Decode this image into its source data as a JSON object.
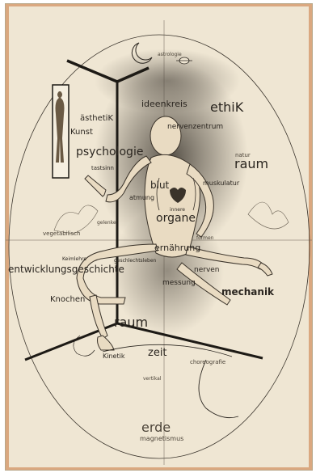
{
  "colors": {
    "paper": "#efe6d3",
    "border_accent": "#c8743c",
    "ink": "#2b2620",
    "stipple": "#5a544b",
    "flesh": "#e8d9bf"
  },
  "labels": {
    "astrologie": "astrologie",
    "ideenkreis": "ideenkreis",
    "ethik": "ethiK",
    "asthetik": "ästhetiK",
    "kunst": "Kunst",
    "nervenzentrum": "nervenzentrum",
    "psychologie": "psychologie",
    "natur": "natur",
    "raum_top": "raum",
    "tastsinn": "tastsinn",
    "blut": "blut",
    "muskulatur": "muskulatur",
    "atmung": "atmung",
    "innere": "innere",
    "organe": "organe",
    "vegetabilisch": "vegetabilisch",
    "gelenke": "gelenke",
    "ernahrung": "ernährung",
    "keimlehre": "Keimlehre",
    "geschlechtsleben": "geschlechtsleben",
    "entwicklungsgeschichte": "entwicklungsgeschichte",
    "nerven": "nerven",
    "messung": "messung",
    "mechanik": "mechanik",
    "knochen": "Knochen",
    "raum_bottom": "raum",
    "kinetik": "Kinetik",
    "zeit": "zeit",
    "choreografie": "choreografie",
    "vertikal": "vertikal",
    "erde": "erde",
    "magnetismus": "magnetismus",
    "formen": "formen"
  }
}
